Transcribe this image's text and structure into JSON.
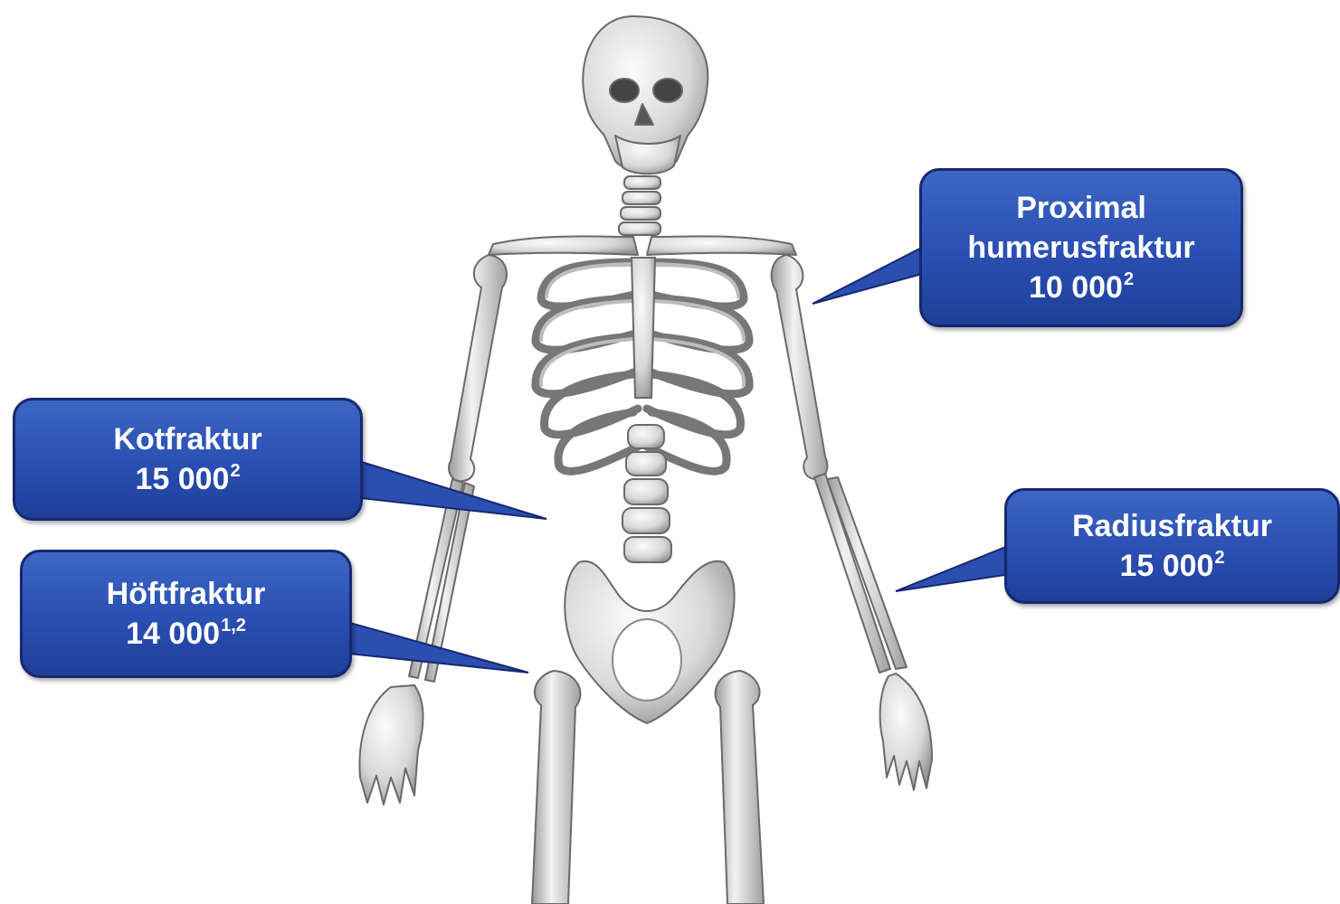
{
  "callouts": [
    {
      "id": "humerus",
      "lines": [
        "Proximal",
        "humerusfraktur"
      ],
      "value": "10 000",
      "ref": "2"
    },
    {
      "id": "kot",
      "lines": [
        "Kotfraktur"
      ],
      "value": "15 000",
      "ref": "2"
    },
    {
      "id": "hoft",
      "lines": [
        "Höftfraktur"
      ],
      "value": "14 000",
      "ref": "1,2"
    },
    {
      "id": "radius",
      "lines": [
        "Radiusfraktur"
      ],
      "value": "15 000",
      "ref": "2"
    }
  ],
  "colors": {
    "callout_fill": "#2b4fb1",
    "callout_border": "#16286e",
    "callout_text": "#ffffff",
    "bone": "#e2e2e2",
    "bone_stroke": "#6a6a6a"
  },
  "icons": {
    "figure": "human-skeleton-illustration"
  }
}
